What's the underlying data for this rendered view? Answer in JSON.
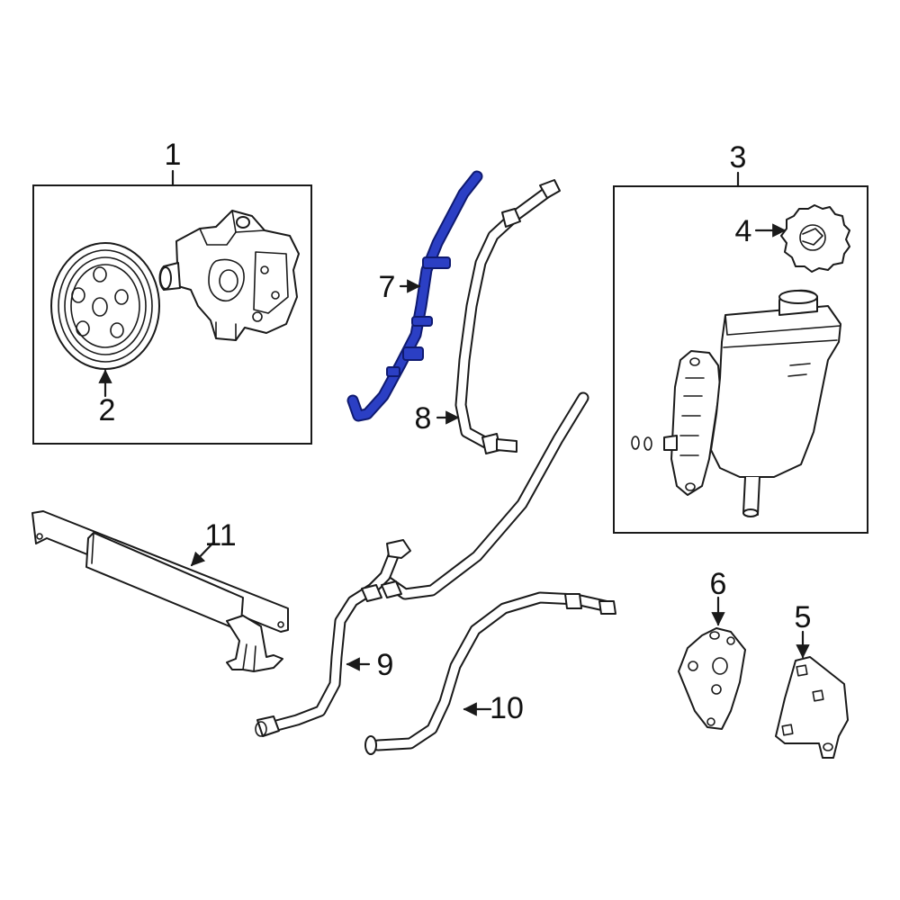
{
  "colors": {
    "highlight": "#2b3fc4",
    "highlight_dark": "#0f1a70",
    "line": "#1a1a1a"
  },
  "callouts": {
    "c1": "1",
    "c2": "2",
    "c3": "3",
    "c4": "4",
    "c5": "5",
    "c6": "6",
    "c7": "7",
    "c8": "8",
    "c9": "9",
    "c10": "10",
    "c11": "11"
  }
}
